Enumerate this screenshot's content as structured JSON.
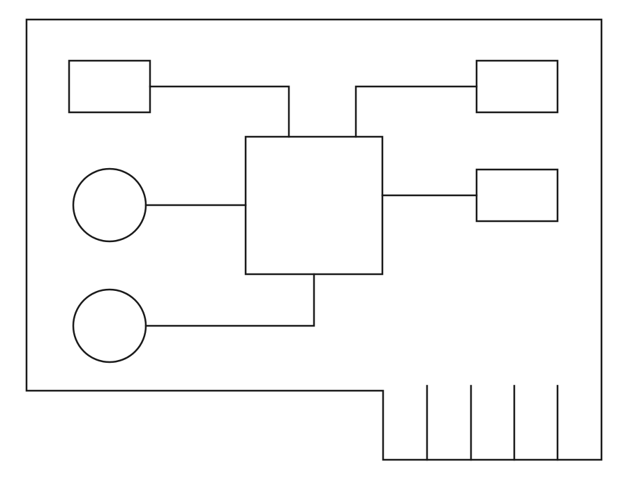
{
  "colors": {
    "stroke": "#1a1a1a",
    "background": "#ffffff"
  },
  "diagram": {
    "kind": "circuit-board-block-diagram",
    "components": [
      {
        "id": "chip",
        "shape": "square"
      },
      {
        "id": "module-top-left",
        "shape": "rectangle"
      },
      {
        "id": "module-top-right",
        "shape": "rectangle"
      },
      {
        "id": "module-right",
        "shape": "rectangle"
      },
      {
        "id": "round-part-upper",
        "shape": "circle"
      },
      {
        "id": "round-part-lower",
        "shape": "circle"
      }
    ],
    "connections": [
      {
        "from": "module-top-left",
        "to": "chip"
      },
      {
        "from": "module-top-right",
        "to": "chip"
      },
      {
        "from": "chip",
        "to": "module-right"
      },
      {
        "from": "round-part-upper",
        "to": "chip"
      },
      {
        "from": "round-part-lower",
        "to": "chip"
      }
    ],
    "edge_connector_pins": 5
  }
}
